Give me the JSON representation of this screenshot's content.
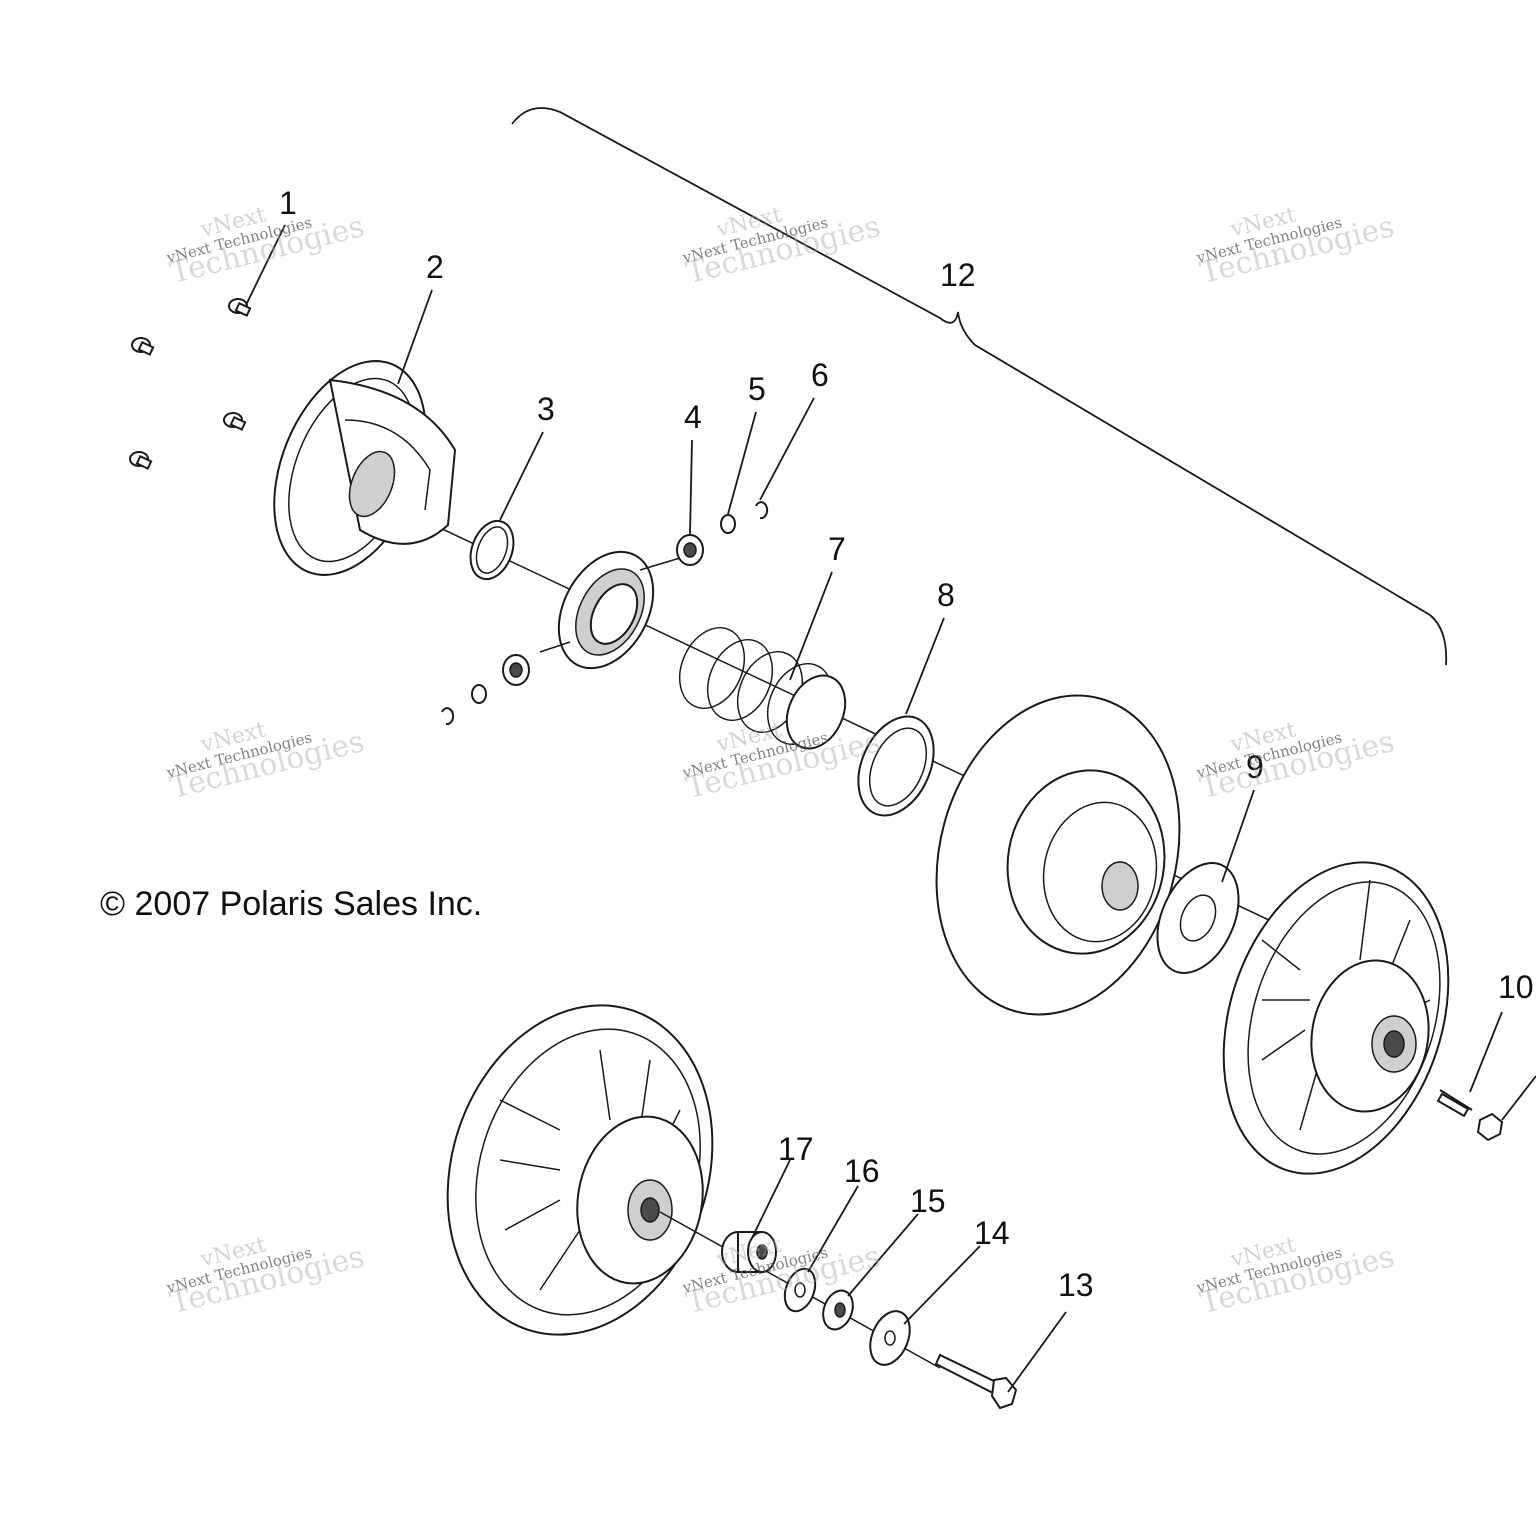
{
  "diagram": {
    "copyright": "© 2007 Polaris Sales Inc.",
    "watermark": {
      "line1": "vNext",
      "line2": "vNext Technologies",
      "line3": "Technologies"
    },
    "callouts": {
      "c1": "1",
      "c2": "2",
      "c3": "3",
      "c4": "4",
      "c5": "5",
      "c6": "6",
      "c7": "7",
      "c8": "8",
      "c9": "9",
      "c10": "10",
      "c12": "12",
      "c13": "13",
      "c14": "14",
      "c15": "15",
      "c16": "16",
      "c17": "17"
    }
  }
}
